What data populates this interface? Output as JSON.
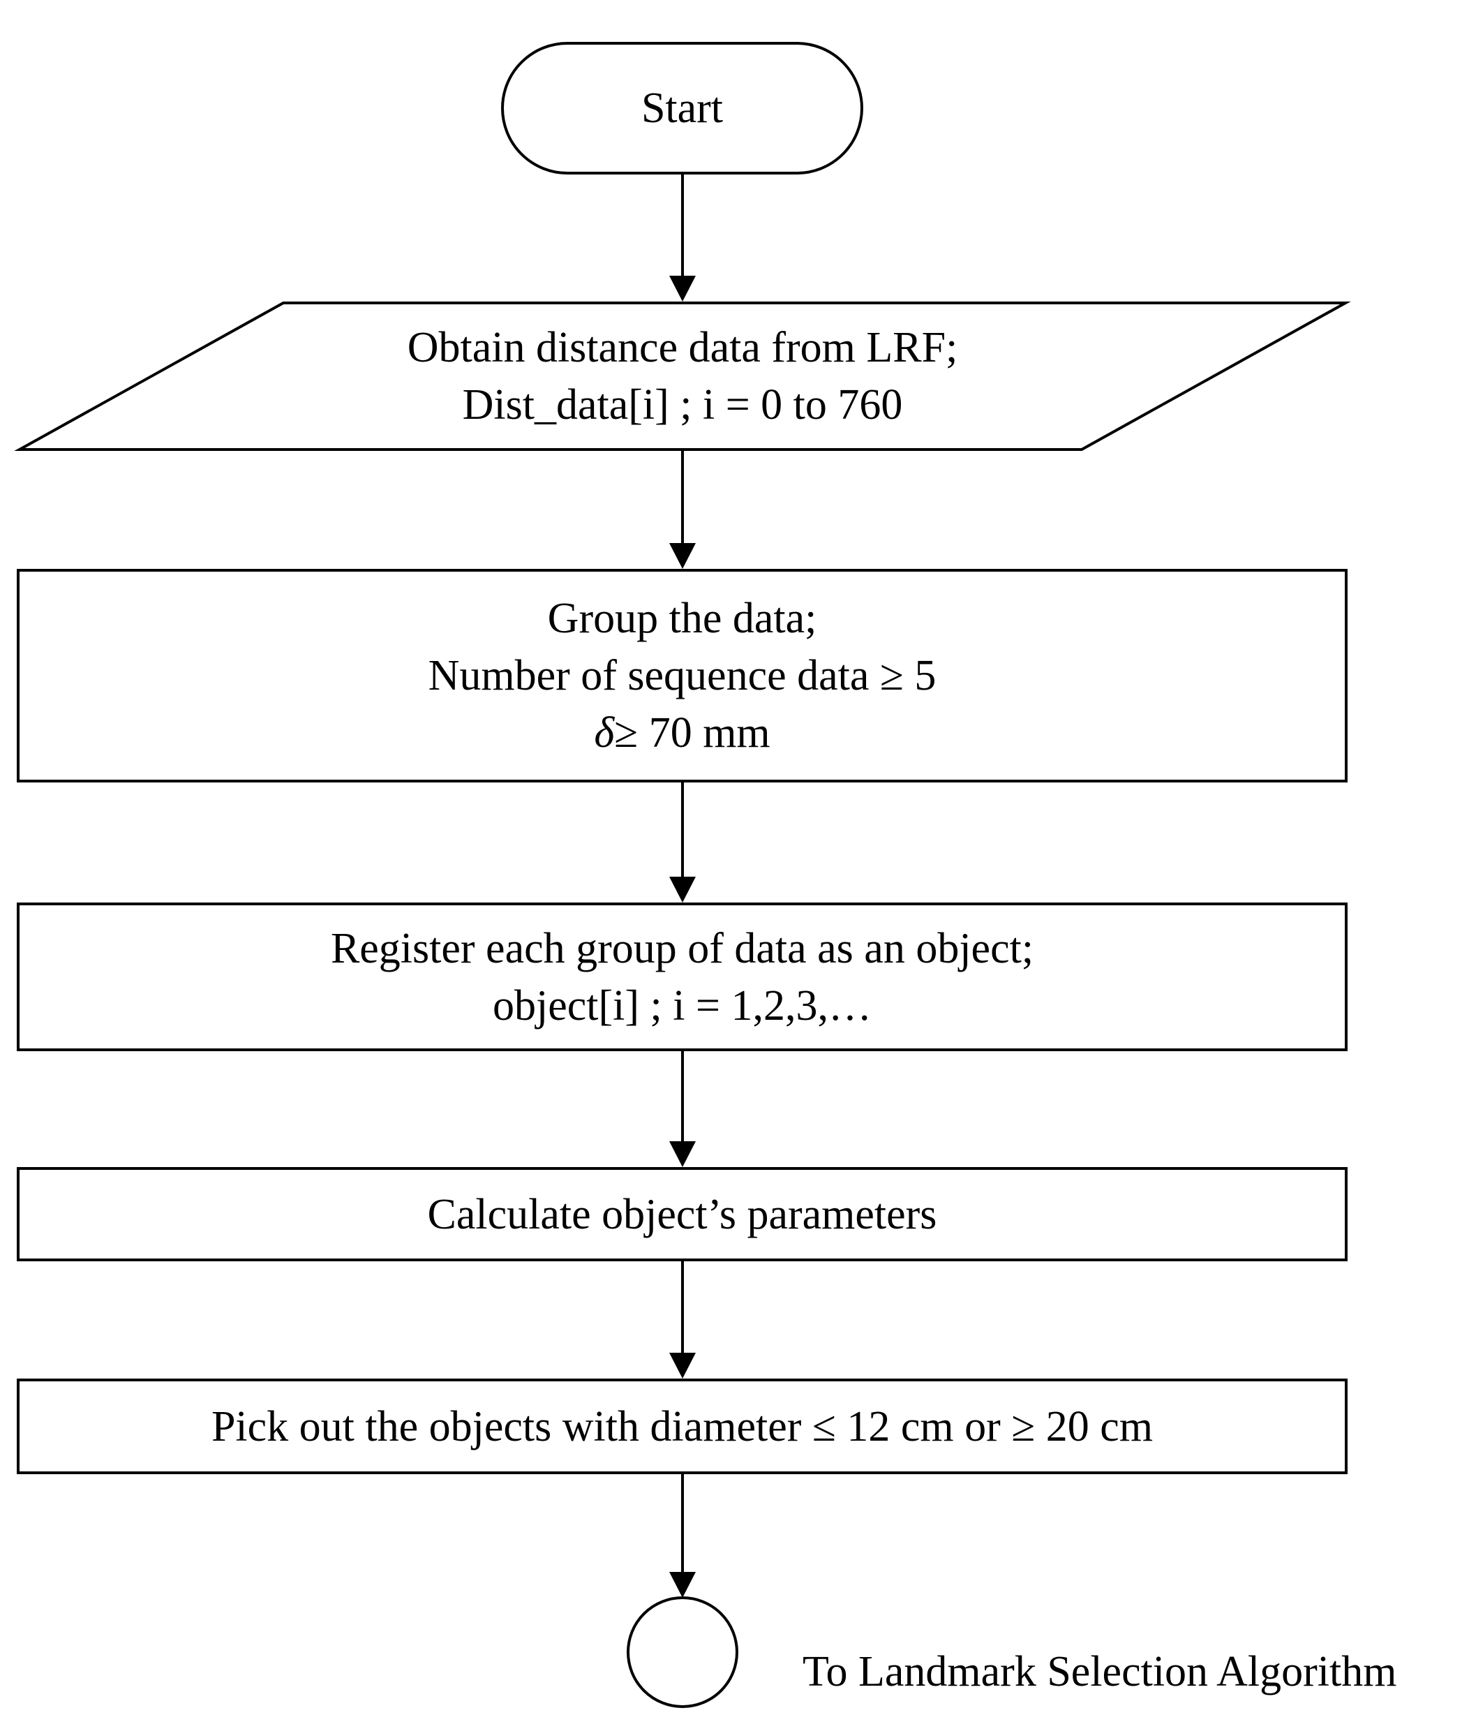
{
  "flowchart": {
    "start": {
      "text": "Start"
    },
    "input": {
      "line1": "Obtain distance data from LRF;",
      "line2": "Dist_data[i] ; i = 0 to 760"
    },
    "group": {
      "line1": "Group the data;",
      "line2": "Number of sequence data ≥ 5",
      "line3_symbol": "δ",
      "line3_rest": "≥ 70 mm"
    },
    "register": {
      "line1": "Register each group of data as an object;",
      "line2": "object[i] ; i = 1,2,3,…"
    },
    "calculate": {
      "text": "Calculate object’s parameters"
    },
    "pick": {
      "text": "Pick out the objects with diameter ≤ 12 cm or ≥ 20 cm"
    },
    "connector": {
      "label": "To Landmark Selection Algorithm"
    }
  }
}
